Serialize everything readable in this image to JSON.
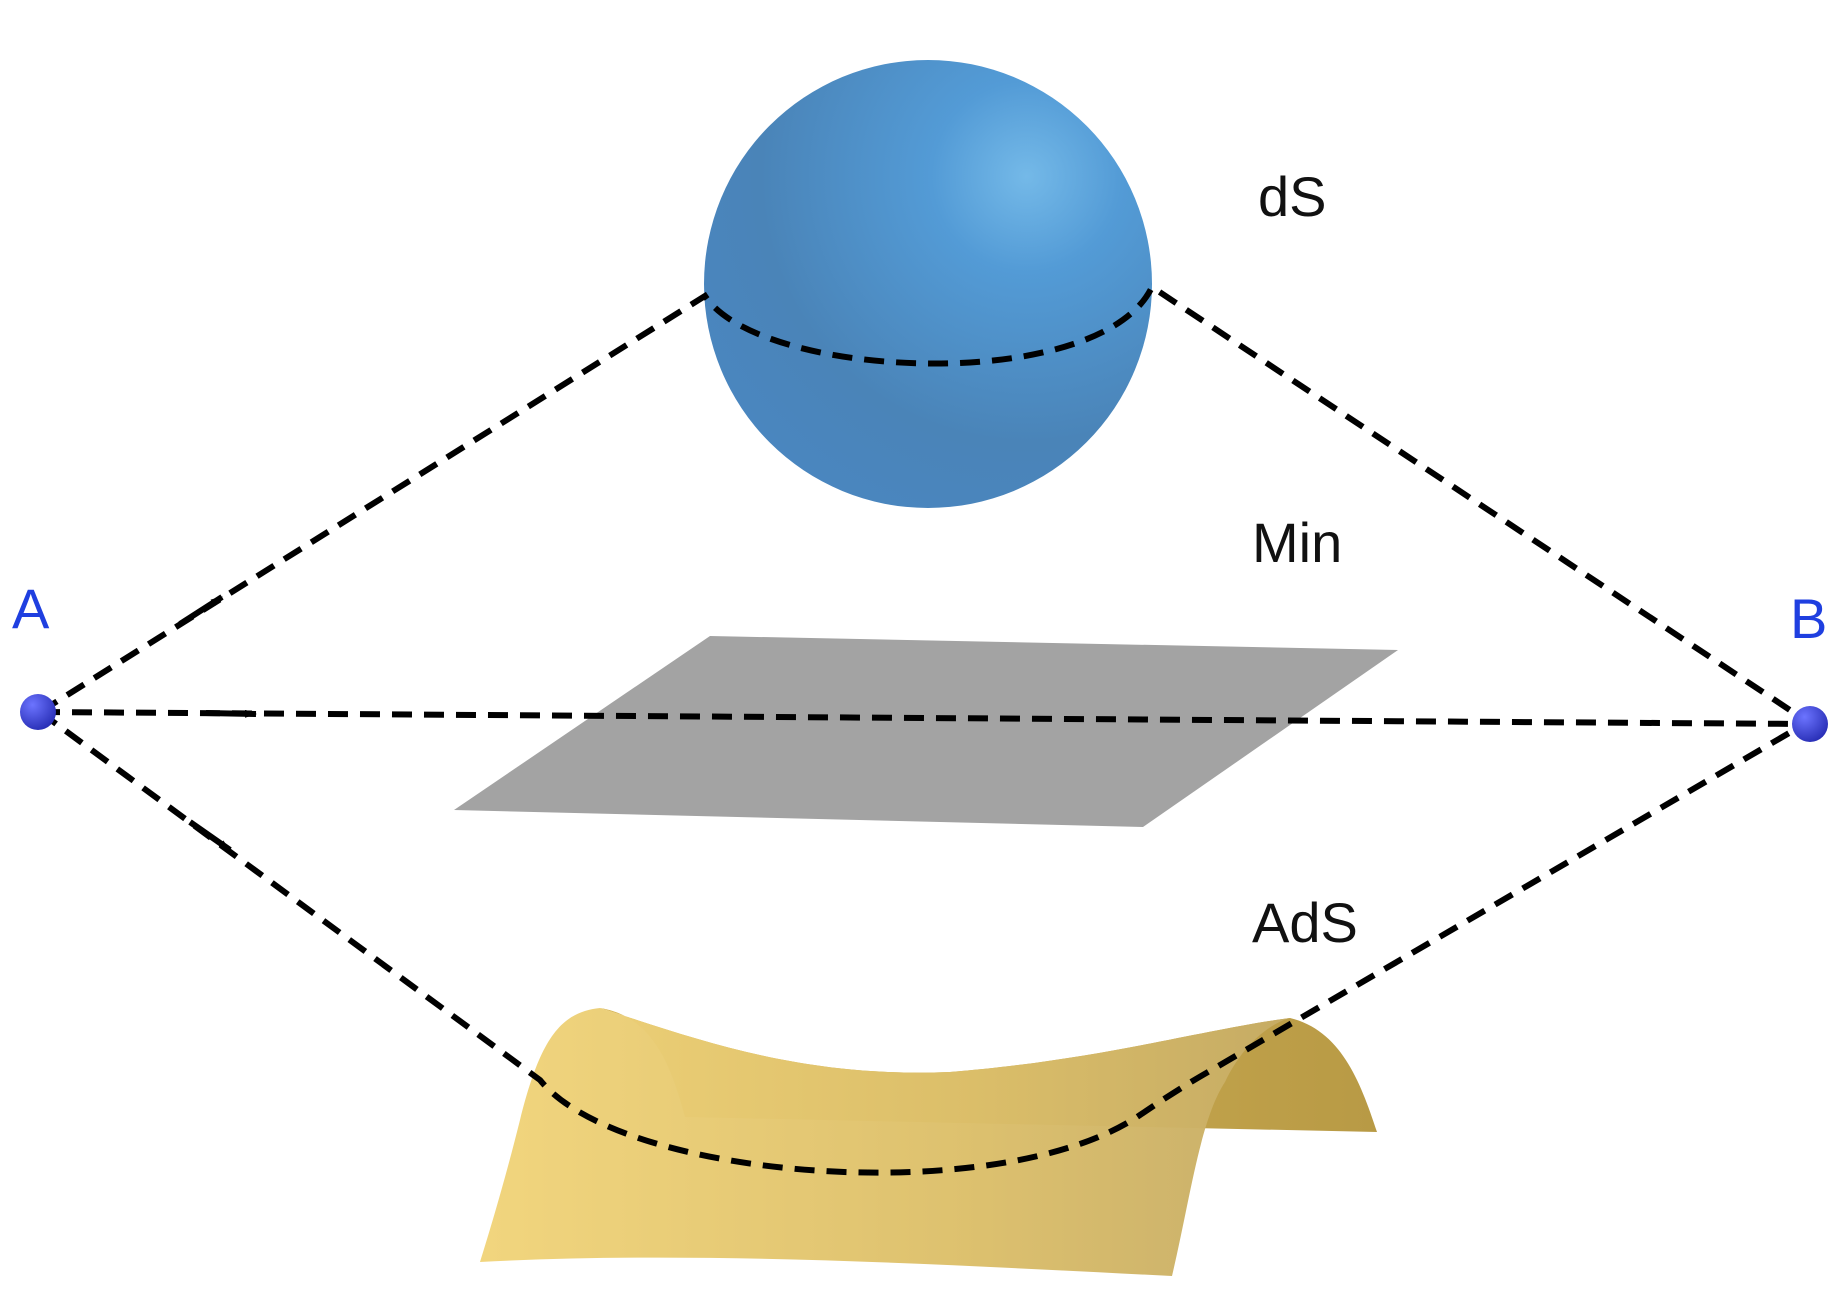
{
  "labels": {
    "ds": "dS",
    "min": "Min",
    "ads": "AdS",
    "point_a": "A",
    "point_b": "B"
  },
  "colors": {
    "point": "#2e35c9",
    "point_label": "#1f3fe0",
    "sphere": "#4a8cc8",
    "plane": "#a3a3a3",
    "saddle": "#e3c463",
    "paths": "#000000"
  },
  "icons": {
    "sphere": "sphere-surface",
    "plane": "flat-plane-surface",
    "saddle": "saddle-surface"
  }
}
